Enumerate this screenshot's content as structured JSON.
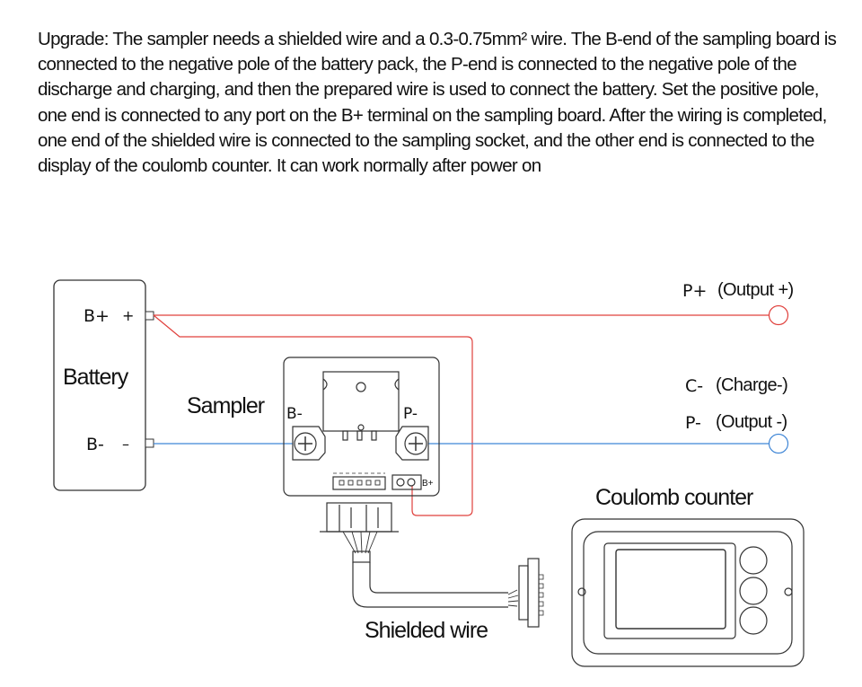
{
  "intro_text": "Upgrade: The sampler needs a shielded wire and a 0.3-0.75mm² wire. The B-end of the sampling board is connected to the negative pole of the battery pack, the P-end is connected to the negative pole of the discharge and charging, and then the prepared wire is used to connect the battery. Set the positive pole, one end is connected to any port on the B+ terminal on the sampling board. After the wiring is completed, one end of the shielded wire is connected to the sampling socket, and the other end is connected to the display of the coulomb counter. It can work normally after power on",
  "labels": {
    "battery": "Battery",
    "battery_pos_terminal": "B+",
    "battery_pos_sign": "+",
    "battery_neg_terminal": "B-",
    "battery_neg_sign": "–",
    "sampler": "Sampler",
    "sampler_b_minus": "B-",
    "sampler_p_minus": "P-",
    "sampler_b_plus": "B+",
    "p_plus_code": "P+",
    "p_plus_desc": "(Output +)",
    "c_minus_code": "C-",
    "c_minus_desc": "(Charge-)",
    "p_minus_code": "P-",
    "p_minus_desc": "(Output -)",
    "coulomb_counter": "Coulomb counter",
    "shielded_wire": "Shielded wire"
  },
  "colors": {
    "positive_wire": "#e0403c",
    "negative_wire": "#3f86d6",
    "outline": "#333333"
  }
}
